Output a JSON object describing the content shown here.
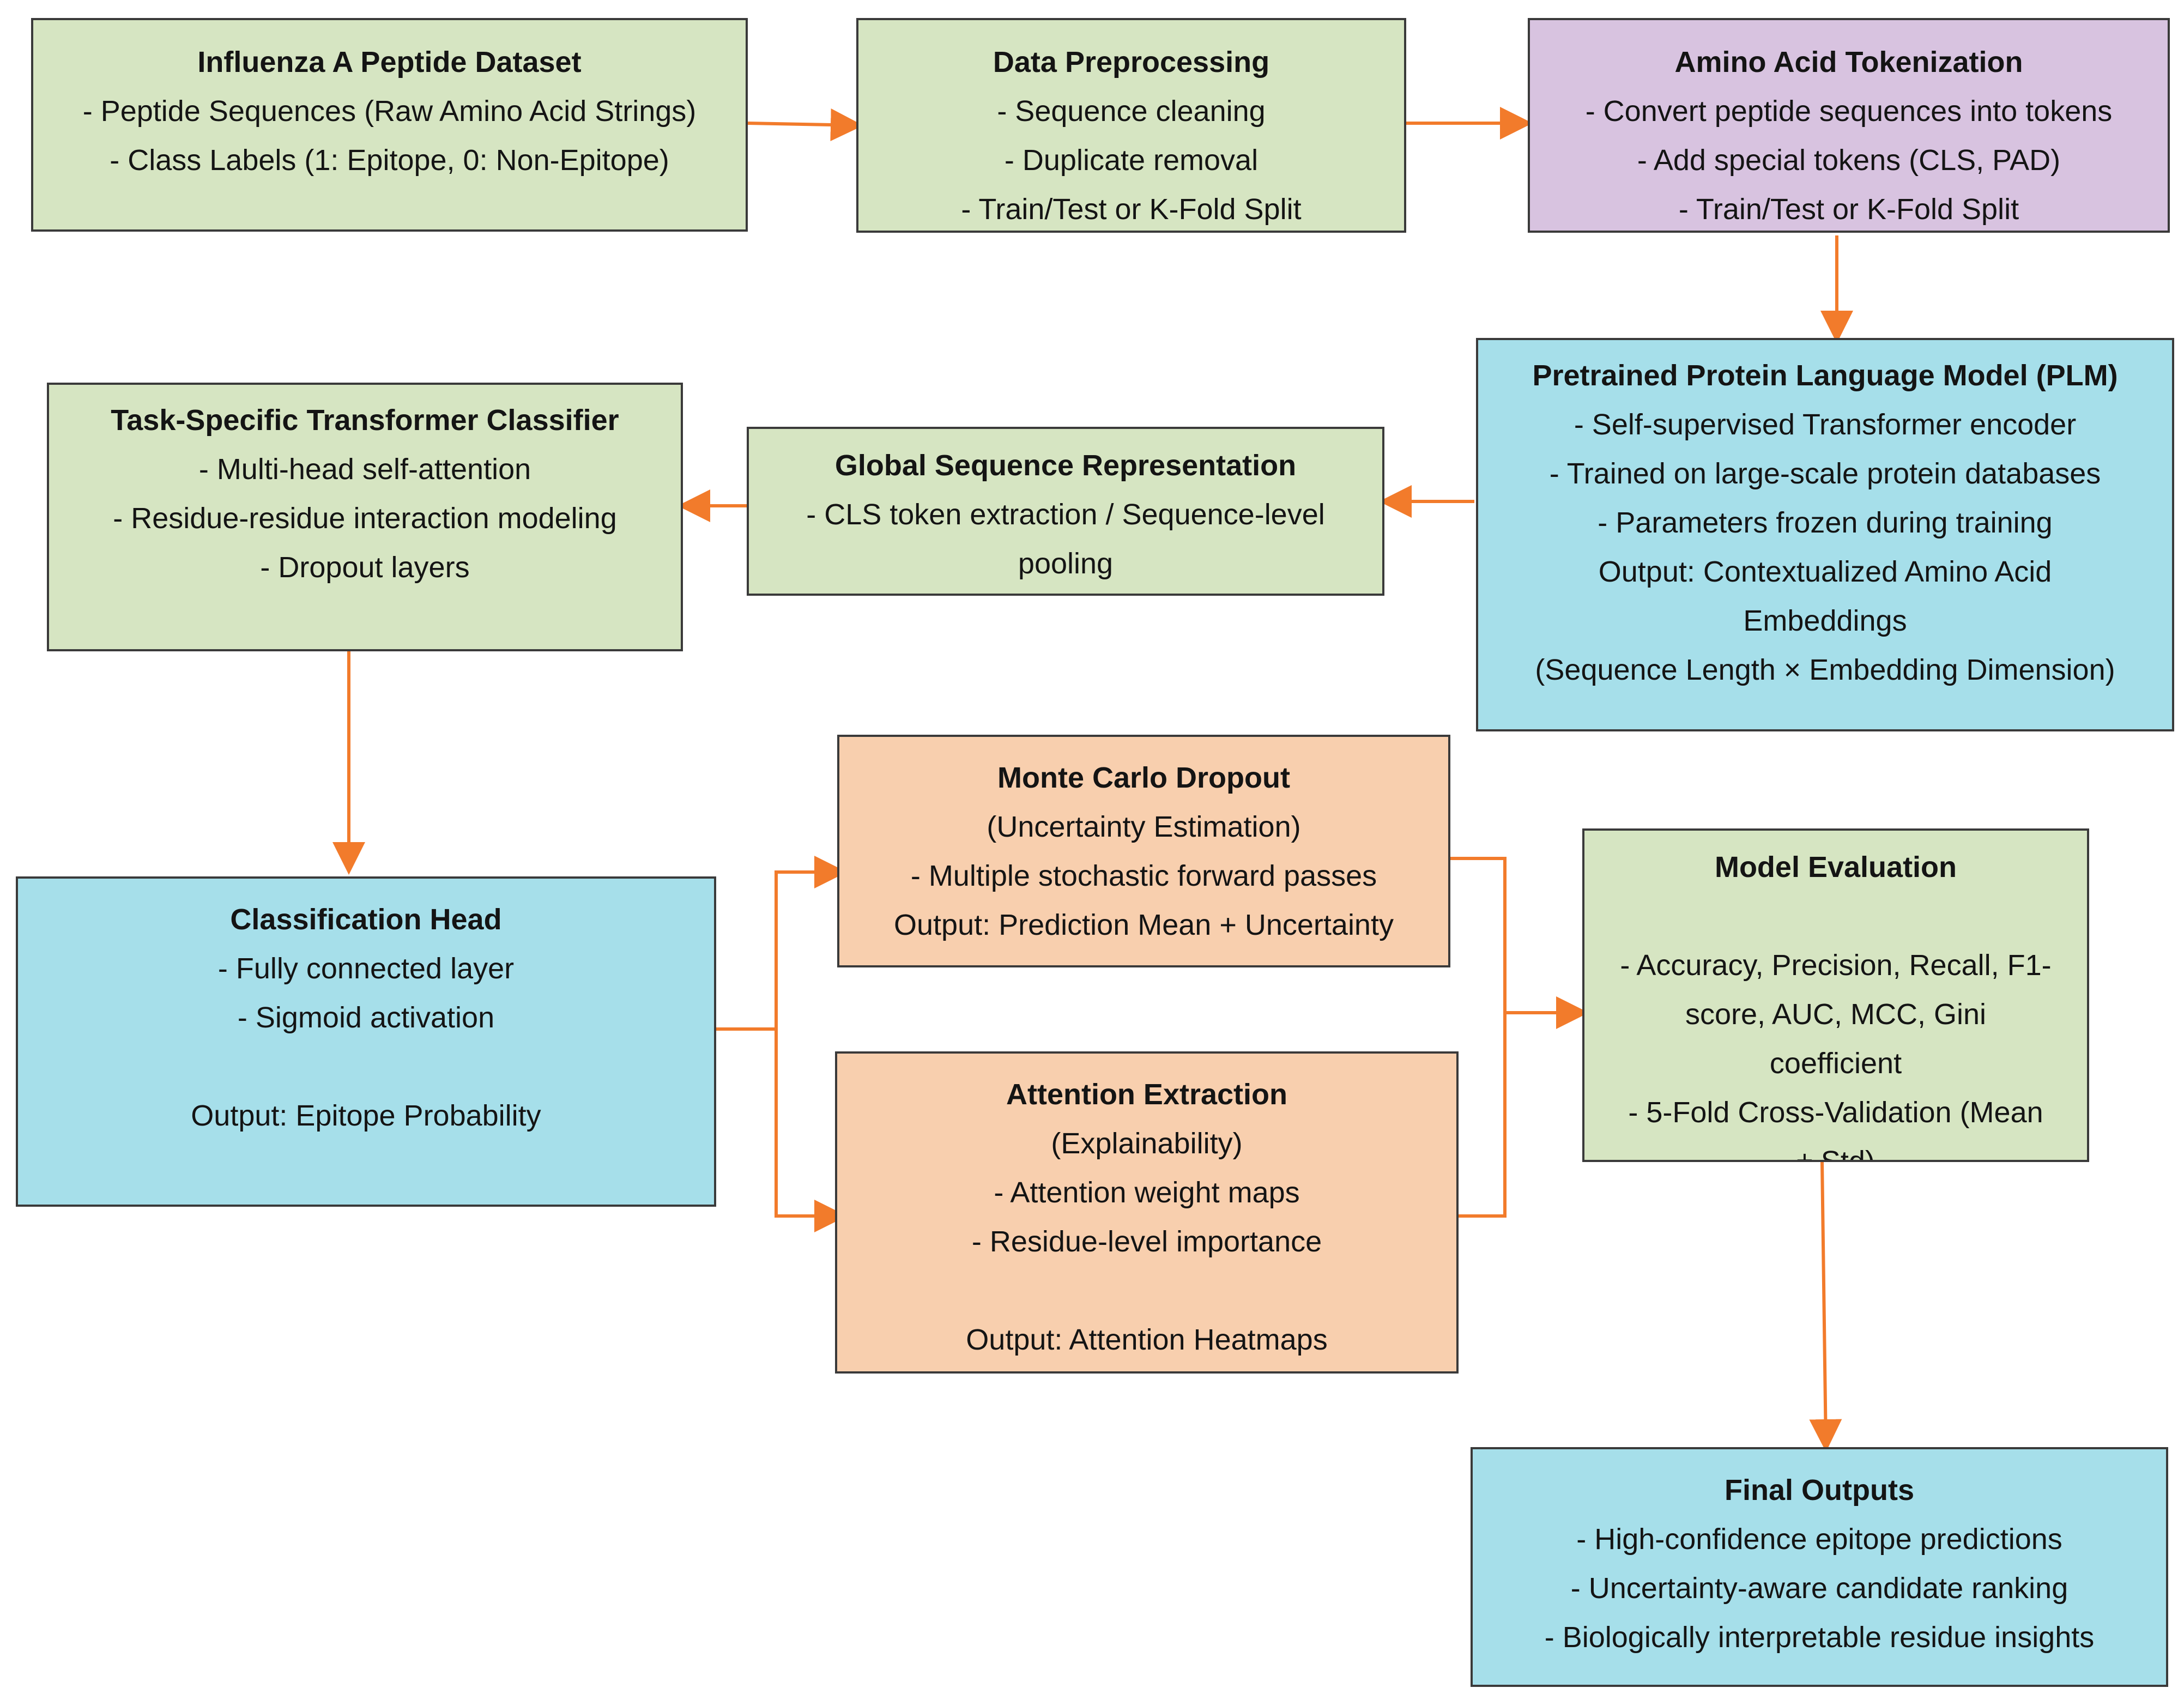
{
  "colors": {
    "green": "#d6e5c2",
    "purple": "#d8c3e0",
    "blue": "#a6dfea",
    "orange": "#f8cfae",
    "arrow": "#f27b2b",
    "border": "#3a3a3a"
  },
  "boxes": {
    "dataset": {
      "title": "Influenza A Peptide Dataset",
      "lines": [
        "- Peptide Sequences (Raw Amino Acid Strings)",
        "- Class Labels (1: Epitope, 0: Non-Epitope)"
      ]
    },
    "preprocessing": {
      "title": "Data Preprocessing",
      "lines": [
        "- Sequence cleaning",
        "- Duplicate removal",
        "- Train/Test or K-Fold Split"
      ]
    },
    "tokenization": {
      "title": "Amino Acid Tokenization",
      "lines": [
        "- Convert peptide sequences into tokens",
        "- Add special tokens (CLS, PAD)",
        "- Train/Test or K-Fold Split"
      ]
    },
    "plm": {
      "title": "Pretrained Protein Language Model (PLM)",
      "lines": [
        "- Self-supervised Transformer encoder",
        "- Trained on large-scale protein databases",
        "- Parameters frozen during training",
        "Output: Contextualized Amino Acid",
        "Embeddings",
        "(Sequence Length × Embedding Dimension)"
      ]
    },
    "global_repr": {
      "title": "Global Sequence Representation",
      "lines": [
        "- CLS token extraction / Sequence-level",
        "pooling"
      ]
    },
    "transformer": {
      "title": "Task-Specific Transformer Classifier",
      "lines": [
        "- Multi-head self-attention",
        "- Residue-residue interaction modeling",
        "- Dropout layers"
      ]
    },
    "classification_head": {
      "title": "Classification Head",
      "lines": [
        "- Fully connected layer",
        "- Sigmoid activation",
        "",
        "Output: Epitope Probability"
      ]
    },
    "mc_dropout": {
      "title": "Monte Carlo Dropout",
      "lines": [
        "(Uncertainty Estimation)",
        "- Multiple stochastic forward passes",
        "Output: Prediction Mean + Uncertainty"
      ]
    },
    "attention": {
      "title": "Attention Extraction",
      "lines": [
        "(Explainability)",
        "- Attention weight maps",
        "- Residue-level importance",
        "",
        "Output: Attention Heatmaps"
      ]
    },
    "evaluation": {
      "title": "Model Evaluation",
      "lines": [
        "",
        "- Accuracy, Precision, Recall, F1-",
        "score, AUC, MCC, Gini",
        "coefficient",
        "- 5-Fold Cross-Validation (Mean",
        "± Std)"
      ]
    },
    "final": {
      "title": "Final Outputs",
      "lines": [
        "- High-confidence epitope predictions",
        "- Uncertainty-aware candidate ranking",
        "- Biologically interpretable residue insights"
      ]
    }
  }
}
